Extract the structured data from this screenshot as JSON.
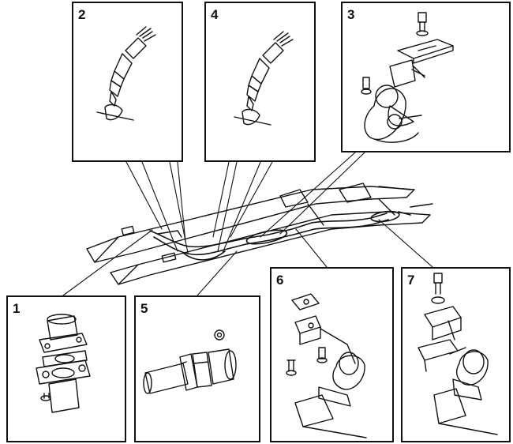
{
  "panels": [
    {
      "id": "p2",
      "label": "2",
      "content": "oxygen-sensor-front"
    },
    {
      "id": "p4",
      "label": "4",
      "content": "oxygen-sensor-rear"
    },
    {
      "id": "p3",
      "label": "3",
      "content": "exhaust-hanger-bracket"
    },
    {
      "id": "p1",
      "label": "1",
      "content": "manifold-flange-gasket"
    },
    {
      "id": "p5",
      "label": "5",
      "content": "pipe-joint-clamp"
    },
    {
      "id": "p6",
      "label": "6",
      "content": "rubber-hanger-mount"
    },
    {
      "id": "p7",
      "label": "7",
      "content": "rubber-hanger-mount"
    }
  ],
  "colors": {
    "ink": "#111111",
    "paper": "#ffffff",
    "shade": "#888888"
  }
}
